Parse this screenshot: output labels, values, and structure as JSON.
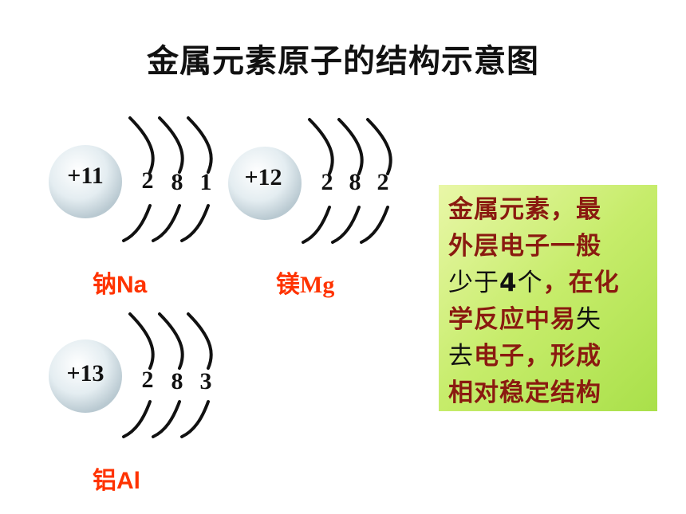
{
  "title": "金属元素原子的结构示意图",
  "atoms": [
    {
      "nucleus": "+11",
      "shells": [
        "2",
        "8",
        "1"
      ],
      "name_cn": "钠",
      "symbol": "Na"
    },
    {
      "nucleus": "+12",
      "shells": [
        "2",
        "8",
        "2"
      ],
      "name_cn": "镁",
      "symbol": "Mg"
    },
    {
      "nucleus": "+13",
      "shells": [
        "2",
        "8",
        "3"
      ],
      "name_cn": "铝",
      "symbol": "Al"
    }
  ],
  "note": {
    "line1": "金属元素，最",
    "line2": "外层电子一般",
    "line3a": "少于",
    "line3b": "4",
    "line3c": "个",
    "line3d": "，在化",
    "line4a": "学反应中易",
    "line4b": "失",
    "line5a": "去",
    "line5b": "电子，形成",
    "line6": "相对稳定结构"
  },
  "colors": {
    "element_name": "#ff3300",
    "note_text": "#8a1a10",
    "note_background": "#c6ec6a",
    "nucleus": "#dde8ee"
  }
}
